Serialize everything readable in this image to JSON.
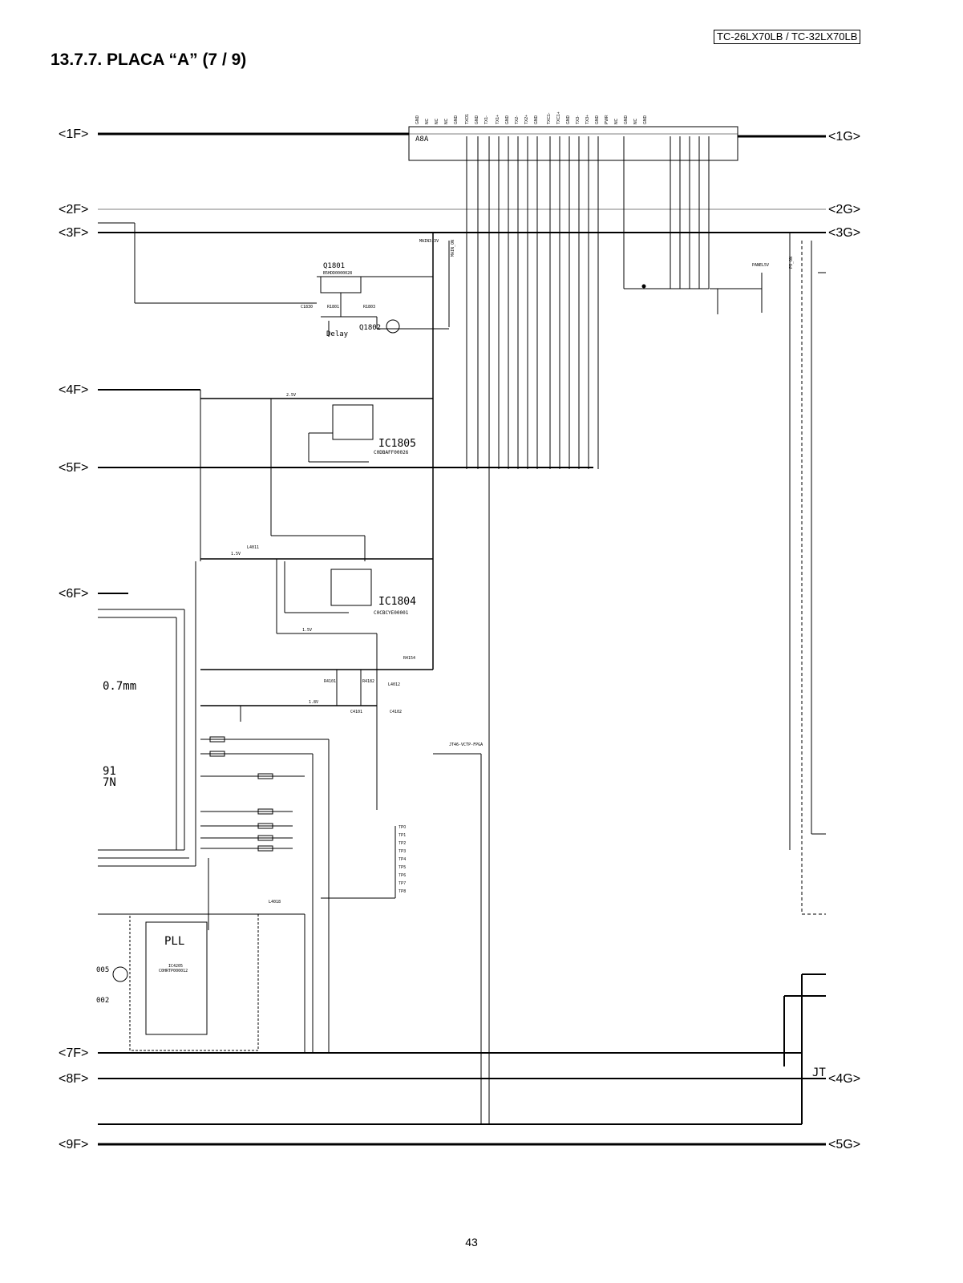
{
  "header": {
    "model": "TC-26LX70LB / TC-32LX70LB",
    "title": "13.7.7. PLACA “A” (7 / 9)"
  },
  "footer": {
    "page_number": "43"
  },
  "connectors_left": [
    "<1F>",
    "<2F>",
    "<3F>",
    "<4F>",
    "<5F>",
    "<6F>",
    "<7F>",
    "<8F>",
    "<9F>"
  ],
  "connectors_right": [
    "<1G>",
    "<2G>",
    "<3G>",
    "<4G>",
    "<5G>"
  ],
  "components": {
    "connector_a8a": "A8A",
    "q1801": "Q1801",
    "q1801_part": "B5HDD0000028",
    "q1802": "Q1802",
    "delay": "Delay",
    "ic1805": "IC1805",
    "ic1805_part": "C0DBAFF00026",
    "ic1804": "IC1804",
    "ic1804_part": "C0CBCYE00001",
    "pll": "PLL",
    "ic4205": "IC4205",
    "ic4205_part": "C0HRTP000012",
    "wire_width": "0.7mm",
    "jt": "JT",
    "r1801": "R1801",
    "r1803": "R1803",
    "c1830": "C1830",
    "l4011": "L4011",
    "l4012": "L4012",
    "l4018": "L4018",
    "r4154": "R4154",
    "r4101": "R4101",
    "r4182": "R4182",
    "c4101": "C4101",
    "c4102": "C4102",
    "jt_label": "JT46-VCTP-FPGA",
    "frag_a": "91",
    "frag_b": "7N",
    "frag_c": "005",
    "frag_d": "002"
  },
  "net_labels": {
    "n25": "2.5V",
    "n15a": "1.5V",
    "n15b": "1.5V",
    "n18": "1.8V",
    "main33": "MAIN3.3V",
    "main_on": "MAIN_ON",
    "ps_on": "PS_ON",
    "panel": "PANEL5V"
  },
  "pin_names": [
    "GND",
    "NC",
    "NC",
    "NC",
    "GND",
    "TXO1",
    "GND",
    "TX1-",
    "TX1+",
    "GND",
    "TX2-",
    "TX2+",
    "GND",
    "TXC1-",
    "TXC1+",
    "GND",
    "TX3-",
    "TX3+",
    "GND",
    "PWR",
    "NC",
    "GND",
    "NC",
    "GND"
  ],
  "tp_list": [
    "TP0",
    "TP1",
    "TP2",
    "TP3",
    "TP4",
    "TP5",
    "TP6",
    "TP7",
    "TP8"
  ]
}
